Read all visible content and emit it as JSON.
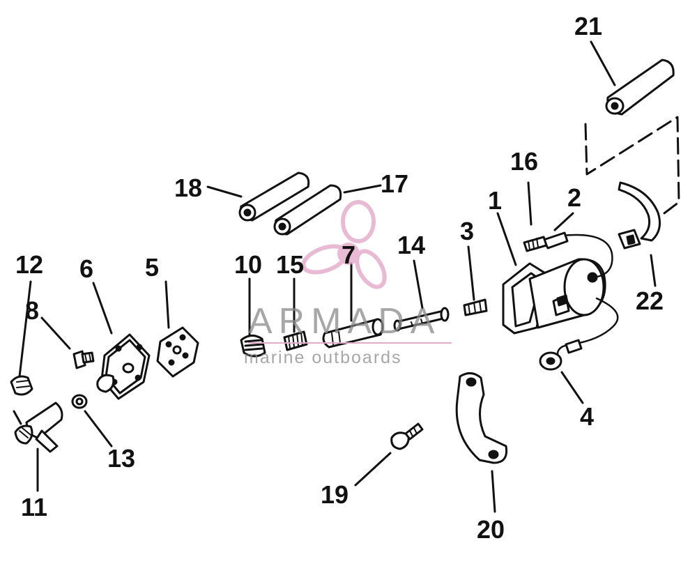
{
  "labels": [
    "1",
    "2",
    "3",
    "4",
    "5",
    "6",
    "7",
    "8",
    "10",
    "11",
    "12",
    "13",
    "14",
    "15",
    "16",
    "17",
    "18",
    "19",
    "20",
    "21",
    "22"
  ],
  "watermark": {
    "brand": "ARMADA",
    "tagline": "marine outboards",
    "brand_color": "#e3a9c9",
    "text_color": "#8a8a8a"
  },
  "colors": {
    "ink": "#111111",
    "paper": "#ffffff"
  }
}
